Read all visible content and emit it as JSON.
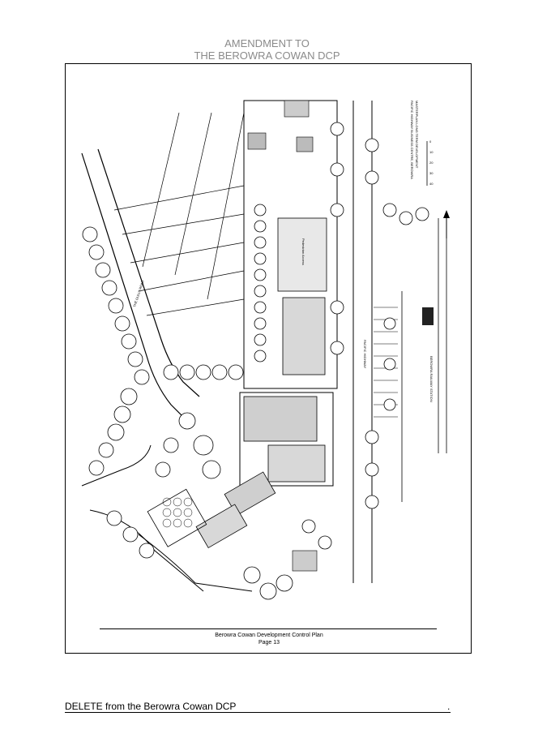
{
  "header": {
    "line1": "AMENDMENT TO",
    "line2": "THE BEROWRA COWAN DCP"
  },
  "plan": {
    "title": "PACIFIC HIGHWAY BUSINESS CENTRE, BEROWRA",
    "subtitle": "MASTERPLAN LONG TERM DEVELOPMENT",
    "road_left": "THE GULLY ROAD",
    "road_right": "PACIFIC HIGHWAY",
    "station": "BEROWRA RAILWAY STATION",
    "pedestrian": "Pedestrian Access",
    "scale": [
      "0",
      "10",
      "20",
      "30",
      "40"
    ]
  },
  "footer": {
    "line1": "Berowra Cowan Development Control Plan",
    "line2": "Page 13"
  },
  "bottom": {
    "text": "DELETE from the Berowra Cowan DCP",
    "end_mark": "."
  }
}
